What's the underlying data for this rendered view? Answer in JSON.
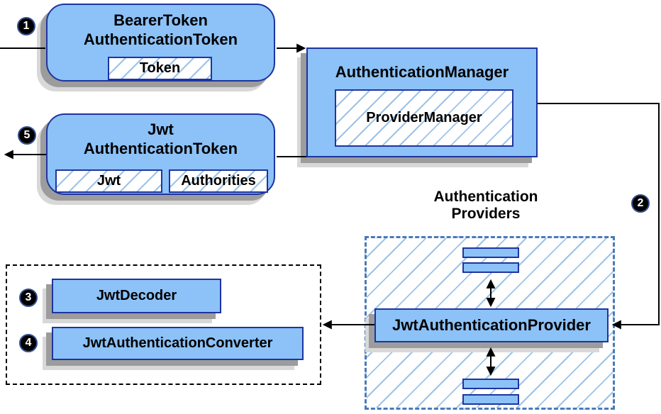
{
  "colors": {
    "node_fill": "#8cc2f8",
    "node_border": "#1e34a0",
    "hatch_line": "#9cc3e8",
    "providers_dash_border": "#4a7ab8",
    "outer_dash_border": "#000000",
    "shadow": "#9c9c9c",
    "connector": "#000000",
    "step_badge_bg": "#000000",
    "step_badge_text": "#ffffff"
  },
  "steps": {
    "s1": "1",
    "s2": "2",
    "s3": "3",
    "s4": "4",
    "s5": "5"
  },
  "nodes": {
    "bearer_token": {
      "title_line1": "BearerToken",
      "title_line2": "AuthenticationToken",
      "field": "Token"
    },
    "authentication_manager": {
      "title": "AuthenticationManager",
      "impl": "ProviderManager"
    },
    "jwt_authentication_token": {
      "title_line1": "Jwt",
      "title_line2": "AuthenticationToken",
      "field1": "Jwt",
      "field2": "Authorities"
    },
    "authentication_providers": {
      "label_line1": "Authentication",
      "label_line2": "Providers"
    },
    "jwt_authentication_provider": {
      "label": "JwtAuthenticationProvider"
    },
    "jwt_decoder": {
      "label": "JwtDecoder"
    },
    "jwt_authentication_converter": {
      "label": "JwtAuthenticationConverter"
    }
  }
}
